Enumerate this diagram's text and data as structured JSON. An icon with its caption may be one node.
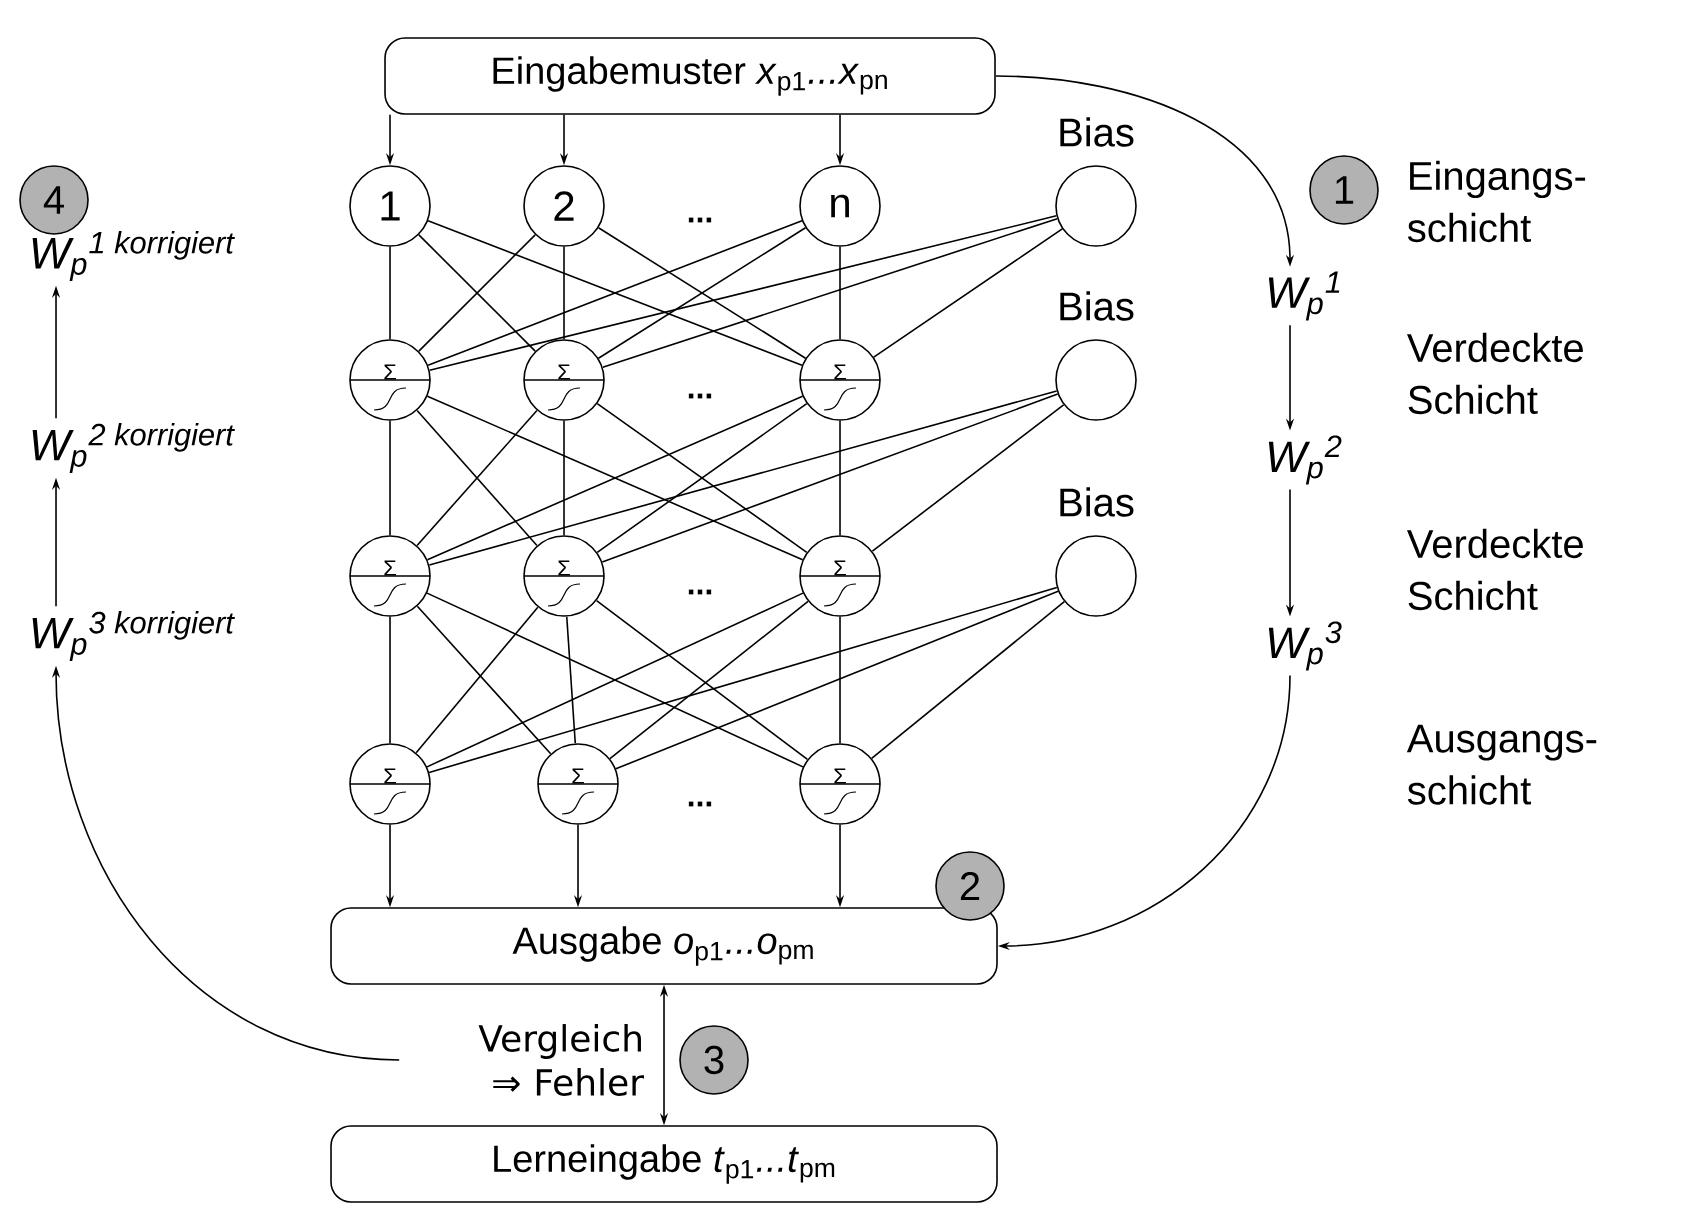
{
  "diagram": {
    "nodes": [
      {
        "text": [
          "Eingabemuster *x*$_{p1}$*...x*$_{pn}$"
        ]
      },
      {
        "text": [
          "1"
        ]
      },
      {
        "text": [
          "2"
        ]
      },
      {
        "text": [
          "n"
        ]
      },
      {
        "text": [],
        "shape": "circle",
        "beside": [
          "Bias"
        ]
      },
      {
        "text": [
          "Σ"
        ]
      },
      {
        "text": [
          "Σ"
        ]
      },
      {
        "text": [
          "Σ"
        ]
      },
      {
        "text": [],
        "shape": "circle",
        "beside": [
          "Bias"
        ]
      },
      {
        "text": [
          "Σ"
        ]
      },
      {
        "text": [
          "Σ"
        ]
      },
      {
        "text": [
          "Σ"
        ]
      },
      {
        "text": [],
        "shape": "circle",
        "beside": [
          "Bias"
        ]
      },
      {
        "text": [
          "Σ"
        ]
      },
      {
        "text": [
          "Σ"
        ]
      },
      {
        "text": [
          "Σ"
        ]
      },
      {
        "text": [
          "Ausgabe *o*$_{p1}$*...o*$_{pm}$"
        ]
      },
      {
        "text": [
          "Vergleich ⇒ Fehler"
        ]
      },
      {
        "text": [
          "Lerneingabe *t*$_{p1}$*...t*$_{pm}$"
        ]
      },
      {
        "text": [
          "W$_{p}$$^{1 korrigiert}$"
        ]
      },
      {
        "text": [
          "W$_{p}$$^{2 korrigiert}$"
        ]
      },
      {
        "text": [
          "W$_{p}$$^{3 korrigiert}$"
        ]
      },
      {
        "text": [
          "W$_{p}$$^{1}$"
        ]
      },
      {
        "text": [
          "W$_{p}$$^{2}$"
        ]
      },
      {
        "text": [
          "W$_{p}$$^{3}$"
        ]
      },
      {
        "text": [
          "1"
        ]
      },
      {
        "text": [
          "2"
        ]
      },
      {
        "text": [
          "3"
        ]
      },
      {
        "text": [
          "4"
        ]
      }
    ],
    "edges": [
      {
        "from": 0,
        "to": 1,
        "arrow": "to"
      },
      {
        "from": 0,
        "to": 2,
        "arrow": "to"
      },
      {
        "from": 0,
        "to": 3,
        "arrow": "to"
      },
      {
        "from": 1,
        "to": 5,
        "arrow": "none"
      },
      {
        "from": 1,
        "to": 6,
        "arrow": "none"
      },
      {
        "from": 1,
        "to": 7,
        "arrow": "none"
      },
      {
        "from": 2,
        "to": 5,
        "arrow": "none"
      },
      {
        "from": 2,
        "to": 6,
        "arrow": "none"
      },
      {
        "from": 2,
        "to": 7,
        "arrow": "none"
      },
      {
        "from": 3,
        "to": 5,
        "arrow": "none"
      },
      {
        "from": 3,
        "to": 6,
        "arrow": "none"
      },
      {
        "from": 3,
        "to": 7,
        "arrow": "none"
      },
      {
        "from": 4,
        "to": 5,
        "arrow": "none"
      },
      {
        "from": 4,
        "to": 6,
        "arrow": "none"
      },
      {
        "from": 4,
        "to": 7,
        "arrow": "none"
      },
      {
        "from": 5,
        "to": 9,
        "arrow": "none"
      },
      {
        "from": 5,
        "to": 10,
        "arrow": "none"
      },
      {
        "from": 5,
        "to": 11,
        "arrow": "none"
      },
      {
        "from": 6,
        "to": 9,
        "arrow": "none"
      },
      {
        "from": 6,
        "to": 10,
        "arrow": "none"
      },
      {
        "from": 6,
        "to": 11,
        "arrow": "none"
      },
      {
        "from": 7,
        "to": 9,
        "arrow": "none"
      },
      {
        "from": 7,
        "to": 10,
        "arrow": "none"
      },
      {
        "from": 7,
        "to": 11,
        "arrow": "none"
      },
      {
        "from": 8,
        "to": 9,
        "arrow": "none"
      },
      {
        "from": 8,
        "to": 10,
        "arrow": "none"
      },
      {
        "from": 8,
        "to": 11,
        "arrow": "none"
      },
      {
        "from": 9,
        "to": 13,
        "arrow": "none"
      },
      {
        "from": 9,
        "to": 14,
        "arrow": "none"
      },
      {
        "from": 9,
        "to": 15,
        "arrow": "none"
      },
      {
        "from": 10,
        "to": 13,
        "arrow": "none"
      },
      {
        "from": 10,
        "to": 14,
        "arrow": "none"
      },
      {
        "from": 10,
        "to": 15,
        "arrow": "none"
      },
      {
        "from": 11,
        "to": 13,
        "arrow": "none"
      },
      {
        "from": 11,
        "to": 14,
        "arrow": "none"
      },
      {
        "from": 11,
        "to": 15,
        "arrow": "none"
      },
      {
        "from": 12,
        "to": 13,
        "arrow": "none"
      },
      {
        "from": 12,
        "to": 14,
        "arrow": "none"
      },
      {
        "from": 12,
        "to": 15,
        "arrow": "none"
      },
      {
        "from": 13,
        "to": 16,
        "arrow": "to"
      },
      {
        "from": 14,
        "to": 16,
        "arrow": "to"
      },
      {
        "from": 15,
        "to": 16,
        "arrow": "to"
      },
      {
        "from": 16,
        "to": 18,
        "arrow": "both"
      },
      {
        "from": 0,
        "to": 22,
        "arrow": "to"
      },
      {
        "from": 22,
        "to": 23,
        "arrow": "to"
      },
      {
        "from": 23,
        "to": 24,
        "arrow": "to"
      },
      {
        "from": 24,
        "to": 16,
        "arrow": "to"
      },
      {
        "from": 17,
        "to": 21,
        "arrow": "to"
      },
      {
        "from": 21,
        "to": 20,
        "arrow": "to"
      },
      {
        "from": 20,
        "to": 19,
        "arrow": "to"
      }
    ],
    "labels": [
      "...",
      "...",
      "...",
      "...",
      "Eingangs- schicht",
      "Verdeckte Schicht",
      "Verdeckte Schicht",
      "Ausgangs- schicht"
    ]
  }
}
